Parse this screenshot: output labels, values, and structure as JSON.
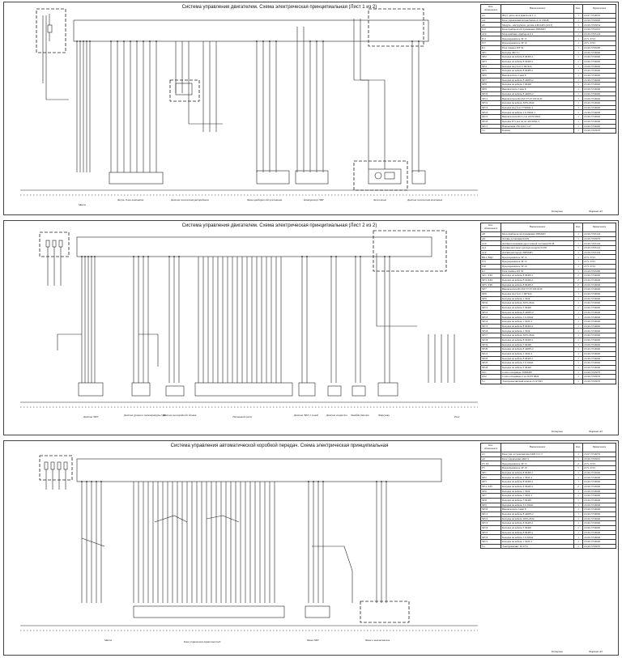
{
  "sheets": [
    {
      "title": "Система управления двигателем. Схема электрическая принципиальная (Лист 1 из 2)",
      "captions": [
        "Масса",
        "Жгут. 8-ми контактн",
        "Датчик положения распредвала",
        "Фаза приборов обслуживания",
        "Контроллер ЭБУ",
        "Зажигание",
        "Датчик положения коленвала"
      ],
      "table": {
        "headers": [
          "Поз. обозначение",
          "Наименование",
          "Кол.",
          "Примечание"
        ],
        "rows": [
          [
            "А1",
            "Жгут для в-ли и двигателя 1, 2",
            "1",
            "21127-3724035"
          ],
          [
            "A4",
            "Блок управления автомобилем А 21 03048",
            "1",
            "21126-3763026"
          ],
          [
            "A5",
            "Модуль - инструмент, датчик АМ-6405 (2213)",
            "1",
            "21126-3763034"
          ],
          [
            "A17",
            "Блок приборов обслуживания 300М405",
            "1",
            "21126-3761001"
          ],
          [
            "A20",
            "Блок комбина. приборов 0-1",
            "1",
            "21126-3763124"
          ],
          [
            "F12",
            "Предохранитель 3Р 15",
            "1",
            "2171-3723"
          ],
          [
            "F27",
            "Предохранитель 3Р 10",
            "1",
            "2171-3723"
          ],
          [
            "K1",
            "Реле главное ПР 50",
            "1",
            "21126-3763200"
          ],
          [
            "XP1",
            "Колодка 406 3-1",
            "1",
            "21126-3724040"
          ],
          [
            "XP2",
            "Колодка на кабель 8 06405-1",
            "1",
            "21126-3724040"
          ],
          [
            "XP3",
            "Колодка на кабель 8 04405-1",
            "1",
            "21126-3724040"
          ],
          [
            "XP4",
            "Колодка под болт 1 067424",
            "1",
            "21126-3724040"
          ],
          [
            "XP5",
            "Колодка на кабель 8 06405-1",
            "1",
            "21126-3724040"
          ],
          [
            "XP6",
            "Выключатель 2-ман 8",
            "1",
            "21126-3724040"
          ],
          [
            "XP7",
            "Колодка на кабель 8 44605-2",
            "1",
            "21126-3724040"
          ],
          [
            "XP8",
            "Колодка на кабель 5 06420",
            "1",
            "21126-3724040"
          ],
          [
            "XP9",
            "Выключатель 2-ман 8",
            "1",
            "21126-3724040"
          ],
          [
            "XP10",
            "Колодка на кабель 8 44605-2",
            "1",
            "21126-3724040"
          ],
          [
            "XP11",
            "Выключатель Ш-5М 375 07100 02 И",
            "1",
            "21126-3724040"
          ],
          [
            "XP12",
            "Колодка на кабель 3635-2644",
            "1",
            "21126-3724040"
          ],
          [
            "XP13",
            "Колодка под болт 7762942-1",
            "1",
            "21126-3724040"
          ],
          [
            "XP14",
            "Колодка на кабель 2 6 20442-1",
            "1",
            "21126-3724040"
          ],
          [
            "XP15",
            "Выключатель Ш-5-2 ш 24370 6824",
            "1",
            "21126-3724040"
          ],
          [
            "XP16",
            "Колодка П-5 кол на пл 420/2062-3",
            "1",
            "21126-3724040"
          ],
          [
            "XP17",
            "Наконечник 230 2416 3-27",
            "1",
            "21126-3724040"
          ],
          [
            "Y1",
            "Клапан",
            "1",
            "21126-3763070"
          ]
        ]
      },
      "footer": [
        "Копирова",
        "Формат А3"
      ]
    },
    {
      "title": "Система управления двигателем. Схема электрическая принципиальная (Лист 2 из 2)",
      "captions": [
        "Датчик ЭБУ",
        "Датчик уровня и температуры ОЖ",
        "Датчик кислорода до блоков",
        "Топливный насос",
        "Датчик ЭБУ 2 линий",
        "Датчик скорости",
        "Лямбда датчик",
        "Форсунки",
        "Реле"
      ],
      "table": {
        "headers": [
          "Поз. обозначение",
          "Наименование",
          "Кол.",
          "Примечание"
        ],
        "rows": [
          [
            "A8",
            "Блок приборов обслуживания 300М405",
            "1",
            "21126-3763124"
          ],
          [
            "A9",
            "Датчик детонации 94 08",
            "1",
            "21126-3763070"
          ],
          [
            "A10",
            "Датчик положения дроссельной заслонки 94 08",
            "1",
            "21126-3763124"
          ],
          [
            "A11",
            "Датчик массового расхода воздуха 04 08",
            "1",
            "21126-3763124"
          ],
          [
            "A12",
            "Датчик кислорода 300М405",
            "1",
            "21126-3763124"
          ],
          [
            "BK1, BQ2",
            "Предохранитель 3Р 15",
            "1",
            "2171-3723"
          ],
          [
            "F15",
            "Предохранитель 3Р 15",
            "1",
            "2171-3723"
          ],
          [
            "F20",
            "Предохранитель 3Р 10",
            "1",
            "2171-3723"
          ],
          [
            "K1",
            "Реле главное ПР 50",
            "1",
            "21126-3763200"
          ],
          [
            "XP1, XP2",
            "Колодка на кабель 8 06405-1",
            "2",
            "21126-3724040"
          ],
          [
            "XP3, XP4",
            "Колодка на кабель 8 04405-1",
            "2",
            "21126-3724040"
          ],
          [
            "XP5, XP6",
            "Колодка на кабель 8 06405-1",
            "2",
            "21126-3724040"
          ],
          [
            "XP7",
            "Выключатель Ш-5М 375 07100 02 И",
            "1",
            "21126-3724040"
          ],
          [
            "XP8",
            "Колодка под болт 1 067424",
            "1",
            "21126-3724040"
          ],
          [
            "XP9",
            "Колодка на кабель 1 3024",
            "1",
            "21126-3724040"
          ],
          [
            "XP10",
            "Колодка на кабель 3635-2644",
            "1",
            "21126-3724040"
          ],
          [
            "XP11",
            "Колодка на кабель 5 06420",
            "1",
            "21126-3724040"
          ],
          [
            "XP12",
            "Колодка на кабель 8 44605-2",
            "1",
            "21126-3724040"
          ],
          [
            "XP13",
            "Колодка на кабель 3 6 20442",
            "1",
            "21126-3724040"
          ],
          [
            "XP14",
            "Колодка на кабель 1 3024 4",
            "1",
            "21126-3724040"
          ],
          [
            "XP15",
            "Колодка на кабель 8 06405-1",
            "1",
            "21126-3724040"
          ],
          [
            "XP16",
            "Колодка на кабель 1 3024",
            "1",
            "21126-3724040"
          ],
          [
            "XP17",
            "Колодка на кабель 3635-2644",
            "1",
            "21126-3724040"
          ],
          [
            "XP18",
            "Колодка на кабель 8 04405-1",
            "1",
            "21126-3724040"
          ],
          [
            "XP19",
            "Колодка на кабель 5 06420",
            "1",
            "21126-3724040"
          ],
          [
            "XP20",
            "Колодка на кабель 8 44605-2",
            "1",
            "21126-3724040"
          ],
          [
            "XP21",
            "Колодка на кабель 1 3024 4",
            "1",
            "21126-3724040"
          ],
          [
            "XP22",
            "Колодка на кабель 8 06405-1",
            "1",
            "21126-3724040"
          ],
          [
            "XP23",
            "Колодка на кабель 3 6 20442",
            "1",
            "21126-3724040"
          ],
          [
            "XP24",
            "Колодка на кабель 5 06420",
            "1",
            "21126-3724040"
          ],
          [
            "XS1",
            "Сопло отводящее 300М405",
            "1",
            "21126-3763070"
          ],
          [
            "XS2",
            "Сопло отводящее 2 ш 24370 6824",
            "1",
            "21126-3763070"
          ],
          [
            "Y1",
            "Электромагнитный клапан 21127063",
            "1",
            "21126-3763070"
          ]
        ]
      },
      "footer": [
        "Копирова",
        "Формат А3"
      ]
    },
    {
      "title": "Система управления автоматической коробкой передач. Схема электрическая принципиальная",
      "captions": [
        "Масса",
        "Блок управления трансмиссией",
        "Фаза ЭБУ",
        "Фаза и выключатель"
      ],
      "table": {
        "headers": [
          "Поз. обозначение",
          "Наименование",
          "Кол.",
          "Примечание"
        ],
        "rows": [
          [
            "A1",
            "Блок упр. и трансмиссия АКП 21 1 2",
            "1",
            "21127-3724035"
          ],
          [
            "A2",
            "Блок управления АКП 4",
            "1",
            "21126-3763001"
          ],
          [
            "F3, F4",
            "Предохранитель 3Р 15",
            "2",
            "2171-3723"
          ],
          [
            "F5",
            "Предохранитель 3Р 10",
            "1",
            "2171-3723"
          ],
          [
            "XP1",
            "Колодка на кабель 8 06405-1",
            "1",
            "21126-3724040"
          ],
          [
            "XP2",
            "Колодка на кабель 1 3024 4",
            "1",
            "21126-3724040"
          ],
          [
            "XP3",
            "Колодка на кабель 8 04405-1",
            "1",
            "21126-3724040"
          ],
          [
            "XP4, XP5",
            "Колодка на кабель 8 06405-1",
            "2",
            "21126-3724040"
          ],
          [
            "XP6",
            "Колодка на кабель 1 3024",
            "1",
            "21126-3724040"
          ],
          [
            "XP7",
            "Колодка на кабель 1 3024 4",
            "1",
            "21126-3724040"
          ],
          [
            "XP8",
            "Колодка на кабель 5 06420",
            "1",
            "21126-3724040"
          ],
          [
            "XP9",
            "Колодка на кабель 3 6 20442",
            "1",
            "21126-3724040"
          ],
          [
            "XP10",
            "Выключатель 2-ман 8",
            "1",
            "21126-3724040"
          ],
          [
            "XP11",
            "Колодка на кабель 8 44605-2",
            "1",
            "21126-3724040"
          ],
          [
            "XP12",
            "Колодка на кабель 3635-2644",
            "1",
            "21126-3724040"
          ],
          [
            "XP13",
            "Колодка на кабель 8 04405-1",
            "1",
            "21126-3724040"
          ],
          [
            "XP14",
            "Колодка на кабель 5 06420",
            "1",
            "21126-3724040"
          ],
          [
            "XP15",
            "Колодка на кабель 8 06405-1",
            "1",
            "21126-3724040"
          ],
          [
            "XP16",
            "Колодка на кабель 3 6 20442",
            "1",
            "21126-3724040"
          ],
          [
            "XP17",
            "Колодка на кабель 1 3024 4",
            "1",
            "21126-3724040"
          ],
          [
            "Y1",
            "Электромагнит 30 4772",
            "1",
            "21126-3763070"
          ]
        ]
      },
      "footer": [
        "Копирова",
        "Формат А3"
      ]
    }
  ]
}
